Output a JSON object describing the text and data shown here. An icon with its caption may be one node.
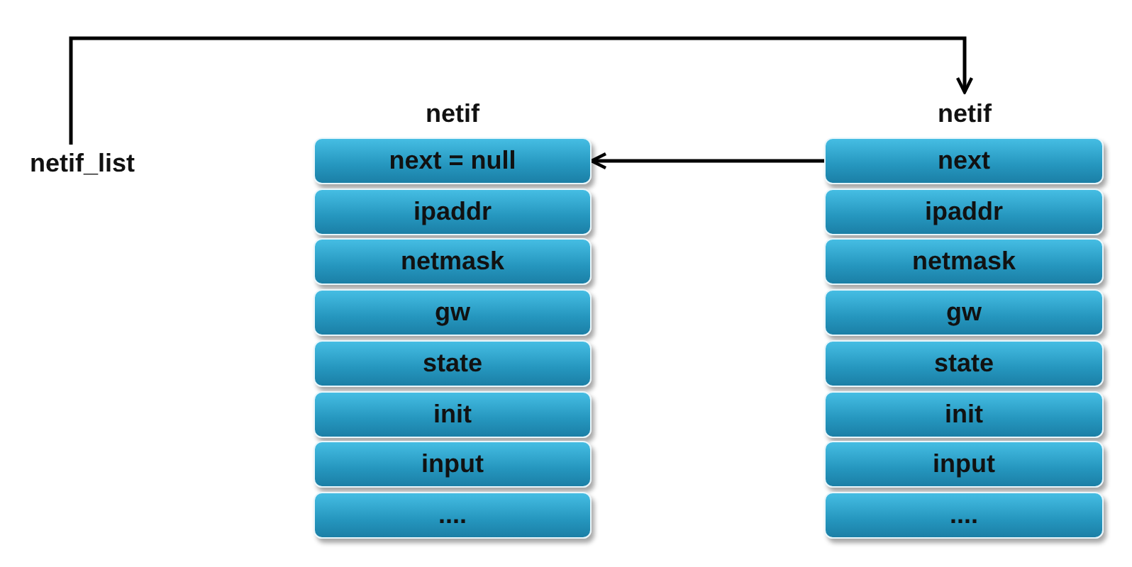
{
  "diagram": {
    "nodes": [
      {
        "text": [
          "netif_list"
        ]
      },
      {
        "text": [
          "netif"
        ]
      },
      {
        "text": [
          "next = null"
        ]
      },
      {
        "text": [
          "ipaddr"
        ]
      },
      {
        "text": [
          "netmask"
        ]
      },
      {
        "text": [
          "gw"
        ]
      },
      {
        "text": [
          "state"
        ]
      },
      {
        "text": [
          "init"
        ]
      },
      {
        "text": [
          "input"
        ]
      },
      {
        "text": [
          "...."
        ]
      },
      {
        "text": [
          "netif"
        ]
      },
      {
        "text": [
          "next"
        ]
      },
      {
        "text": [
          "ipaddr"
        ]
      },
      {
        "text": [
          "netmask"
        ]
      },
      {
        "text": [
          "gw"
        ]
      },
      {
        "text": [
          "state"
        ]
      },
      {
        "text": [
          "init"
        ]
      },
      {
        "text": [
          "input"
        ]
      },
      {
        "text": [
          "...."
        ]
      }
    ],
    "edges": [
      {
        "from": 0,
        "to": 10,
        "arrow": "to"
      },
      {
        "from": 11,
        "to": 2,
        "arrow": "to"
      }
    ]
  }
}
